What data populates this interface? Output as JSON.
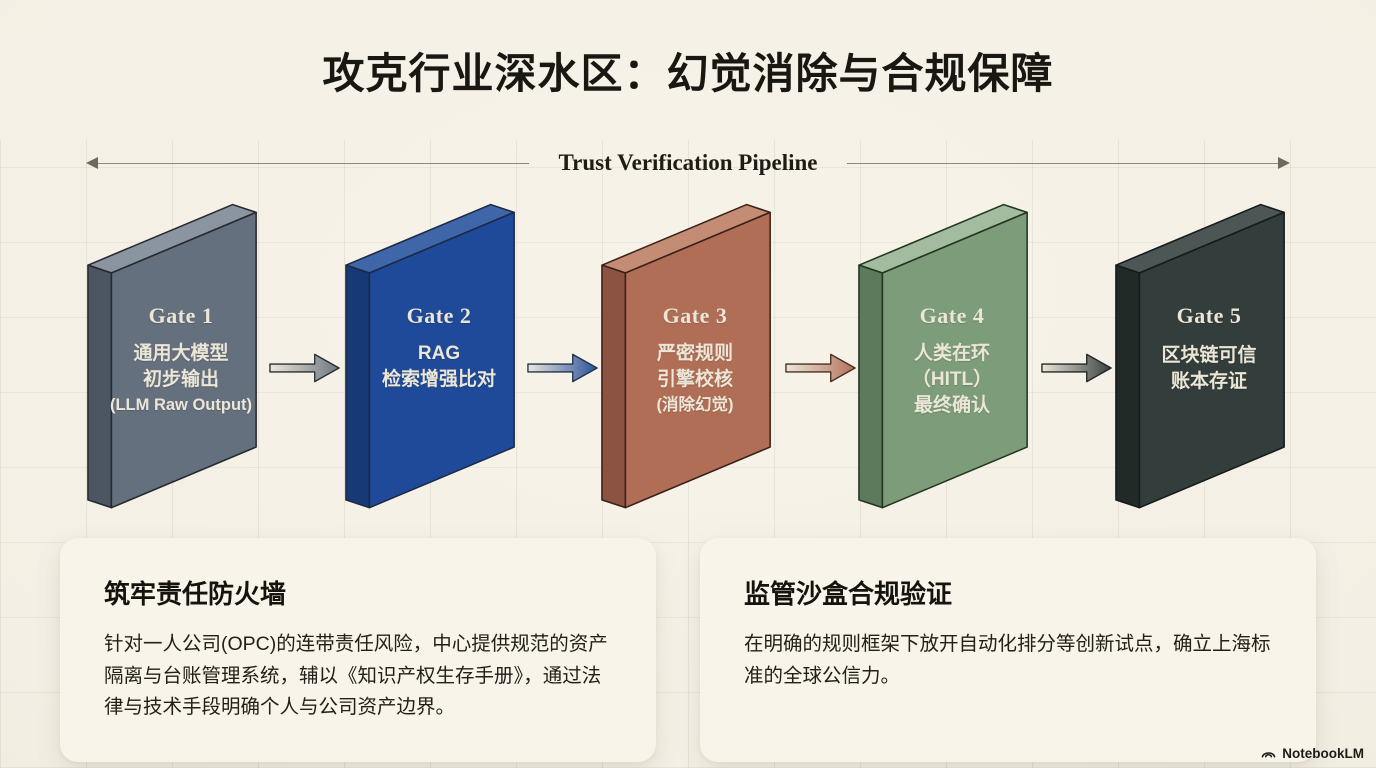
{
  "slide": {
    "title": "攻克行业深水区：幻觉消除与合规保障",
    "background_color": "#f4f0e5"
  },
  "pipeline": {
    "label": "Trust Verification Pipeline",
    "gates": [
      {
        "name": "Gate 1",
        "lines": "通用大模型\n初步输出",
        "sub": "(LLM Raw Output)",
        "colors": {
          "face": "#65707e",
          "side": "#4c5663",
          "top": "#8b95a2"
        }
      },
      {
        "name": "Gate 2",
        "lines": "RAG\n检索增强比对",
        "sub": "",
        "colors": {
          "face": "#1f4a99",
          "side": "#173a77",
          "top": "#4066aa"
        }
      },
      {
        "name": "Gate 3",
        "lines": "严密规则\n引擎校核",
        "sub": "(消除幻觉)",
        "colors": {
          "face": "#b16e57",
          "side": "#8c5242",
          "top": "#c48c74"
        }
      },
      {
        "name": "Gate 4",
        "lines": "人类在环\n（HITL）\n最终确认",
        "sub": "",
        "colors": {
          "face": "#7d9c7a",
          "side": "#5d7b5c",
          "top": "#a3bb9f"
        }
      },
      {
        "name": "Gate 5",
        "lines": "区块链可信\n账本存证",
        "sub": "",
        "colors": {
          "face": "#333d3b",
          "side": "#222a28",
          "top": "#4c5654"
        }
      }
    ],
    "arrows": [
      {
        "color": "#6e7680"
      },
      {
        "color": "#2c529c"
      },
      {
        "color": "#b3725c"
      },
      {
        "color": "#394140"
      }
    ]
  },
  "cards": [
    {
      "title": "筑牢责任防火墙",
      "body": "针对一人公司(OPC)的连带责任风险，中心提供规范的资产隔离与台账管理系统，辅以《知识产权生存手册》，通过法律与技术手段明确个人与公司资产边界。"
    },
    {
      "title": "监管沙盒合规验证",
      "body": "在明确的规则框架下放开自动化排分等创新试点，确立上海标准的全球公信力。"
    }
  ],
  "footer": {
    "brand": "NotebookLM"
  }
}
